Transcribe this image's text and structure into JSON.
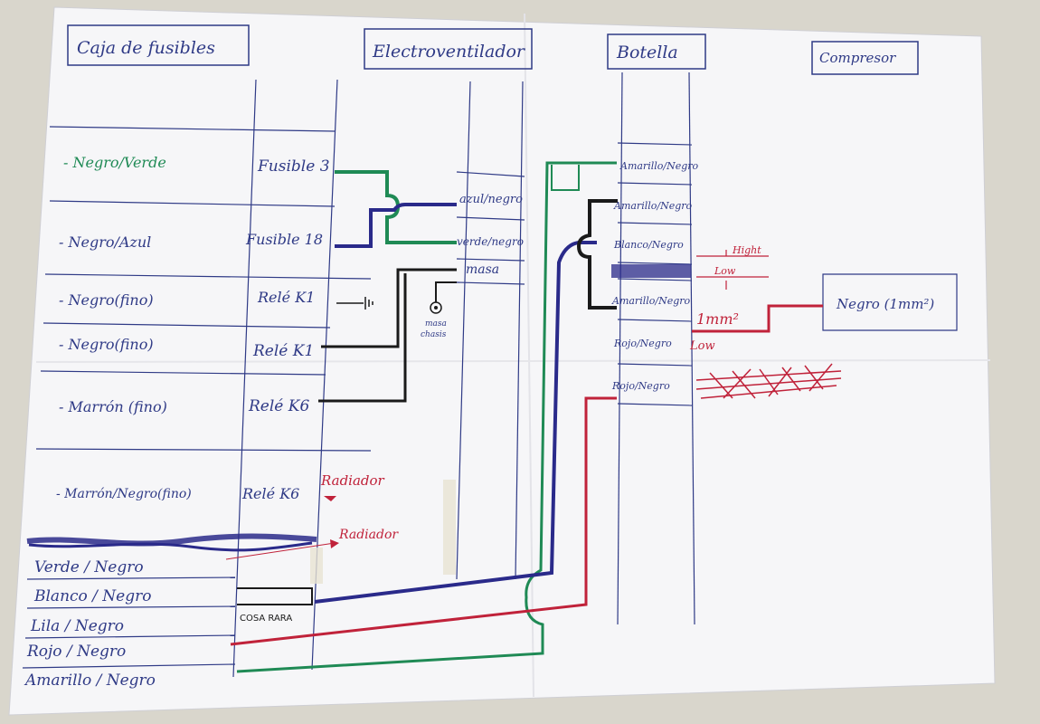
{
  "headers": {
    "caja": "Caja de fusibles",
    "electro": "Electroventilador",
    "botella": "Botella",
    "compresor": "Compresor"
  },
  "caja_rows": {
    "r1_wire": "- Negro/Verde",
    "r1_fuse": "Fusible 3",
    "r2_wire": "- Negro/Azul",
    "r2_fuse": "Fusible 18",
    "r3_wire": "- Negro(fino)",
    "r3_fuse": "Relé K1",
    "r4_wire": "- Negro(fino)",
    "r4_fuse": "Relé K1",
    "r5_wire": "- Marrón (fino)",
    "r5_fuse": "Relé K6",
    "r6_wire": "- Marrón/Negro(fino)",
    "r6_fuse": "Relé K6"
  },
  "bottom_wires": {
    "w1": "Verde / Negro",
    "w2": "Blanco / Negro",
    "w3": "Lila / Negro",
    "w4": "Rojo / Negro",
    "w5": "Amarillo / Negro",
    "cosa_rara": "COSA RARA"
  },
  "electro_labels": {
    "azul": "azul/negro",
    "verde": "verde/negro",
    "masa": "masa",
    "masa_chasis_1": "masa",
    "masa_chasis_2": "chasis"
  },
  "botella_rows": {
    "b1": "Amarillo/Negro",
    "b2": "Amarillo/Negro",
    "b3": "Blanco/Negro",
    "b5": "Amarillo/Negro",
    "b6": "Rojo/Negro",
    "b7": "Rojo/Negro"
  },
  "annotations": {
    "hight": "Hight",
    "low": "Low",
    "one_mm": "1mm²",
    "low2": "Low",
    "radiador1": "Radiador",
    "radiador2": "Radiador"
  },
  "compresor_label": "Negro (1mm²)",
  "colors": {
    "ink_blue": "#2f3a86",
    "green": "#1f8a55",
    "navy": "#2a2a8a",
    "red": "#c0223a",
    "black": "#1a1a1a",
    "paper": "#f7f7f9"
  }
}
